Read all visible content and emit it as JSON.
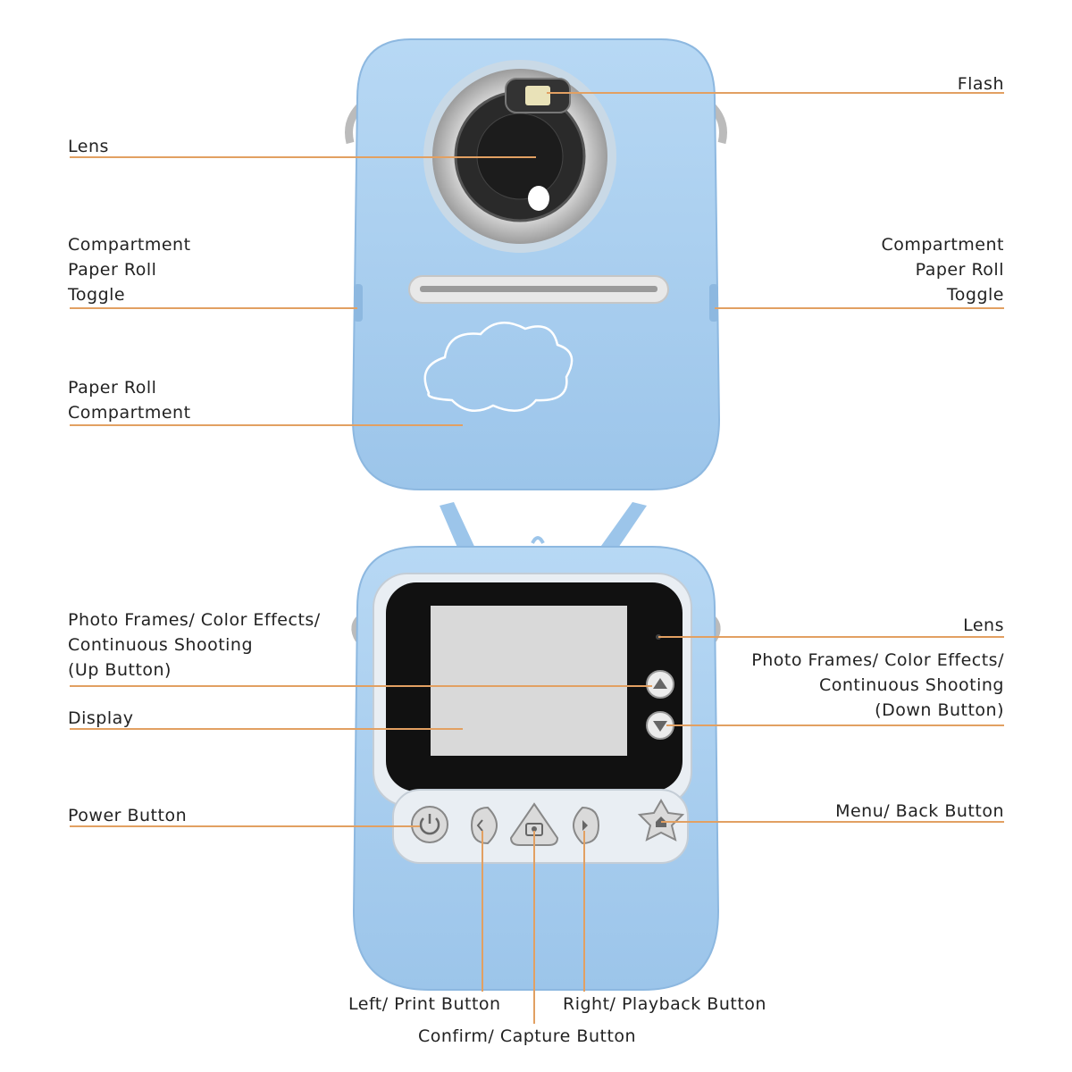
{
  "front_view": {
    "flash": "Flash",
    "lens": "Lens",
    "toggle_left": [
      "Compartment",
      "Paper Roll",
      "Toggle"
    ],
    "toggle_right": [
      "Compartment",
      "Paper Roll",
      "Toggle"
    ],
    "paper_roll_compartment": [
      "Paper Roll",
      "Compartment"
    ]
  },
  "back_view": {
    "lens": "Lens",
    "up_button": [
      "Photo Frames/ Color Effects/",
      "Continuous Shooting",
      "(Up Button)"
    ],
    "down_button": [
      "Photo Frames/ Color Effects/",
      "Continuous Shooting",
      "(Down Button)"
    ],
    "display": "Display",
    "power_button": "Power Button",
    "menu_back_button": "Menu/ Back Button",
    "left_print_button": "Left/ Print Button",
    "right_playback_button": "Right/ Playback Button",
    "confirm_capture_button": "Confirm/ Capture Button"
  },
  "colors": {
    "body_blue": "#a9cdee",
    "body_blue_dark": "#8db8e0",
    "leader_line": "#e2a062",
    "text": "#222222",
    "screen_bezel": "#111111",
    "screen": "#d9d9d9"
  }
}
